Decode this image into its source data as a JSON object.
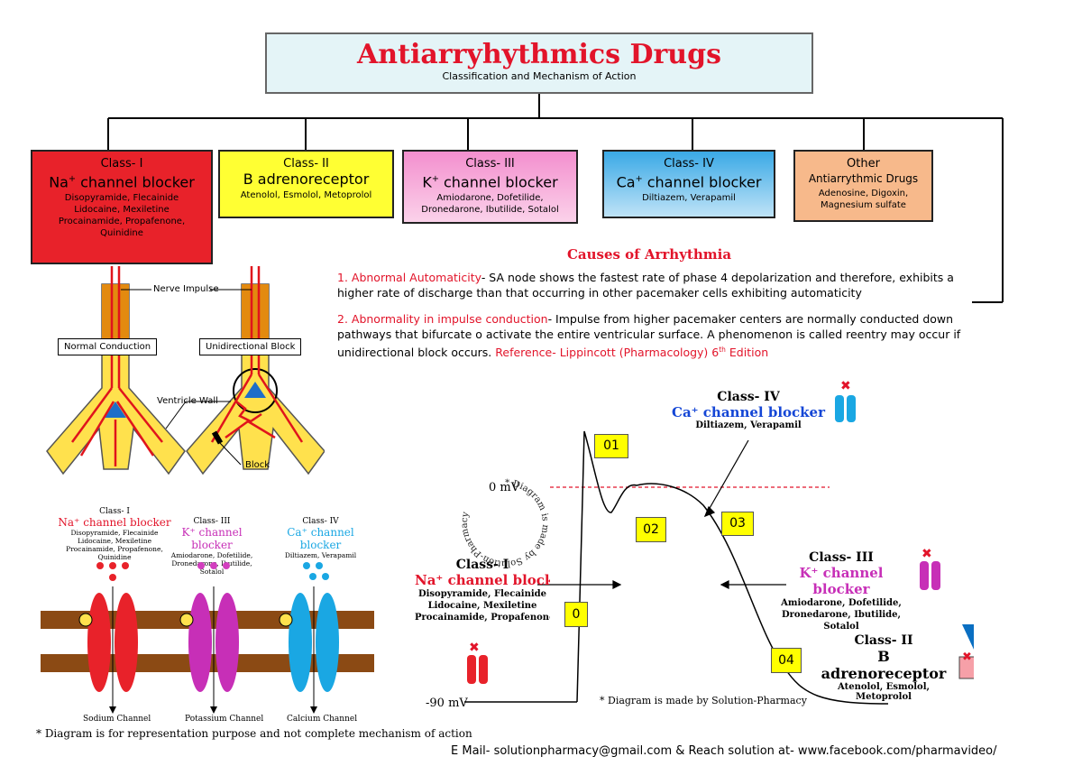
{
  "title": "Antiarryhythmics Drugs",
  "subtitle": "Classification and Mechanism of Action",
  "classes": [
    {
      "head": "Class- I",
      "name": "Na",
      "sup": "+",
      "name_rest": " channel blocker",
      "drugs": [
        "Disopyramide, Flecainide",
        "Lidocaine, Mexiletine",
        "Procainamide, Propafenone,",
        "Quinidine"
      ],
      "color": "#e8222a"
    },
    {
      "head": "Class- II",
      "name": "B adrenoreceptor",
      "drugs": [
        "Atenolol, Esmolol, Metoprolol"
      ],
      "color": "#ffff33"
    },
    {
      "head": "Class- III",
      "name": "K",
      "sup": "+",
      "name_rest": " channel blocker",
      "drugs": [
        "Amiodarone, Dofetilide,",
        "Dronedarone, Ibutilide, Sotalol"
      ],
      "color": "#f6a9d6"
    },
    {
      "head": "Class- IV",
      "name": "Ca",
      "sup": "+",
      "name_rest": " channel blocker",
      "drugs": [
        "Diltiazem, Verapamil"
      ],
      "color": "#5fb8e8"
    },
    {
      "head": "Other",
      "name": "Antiarrythmic Drugs",
      "drugs": [
        "Adenosine, Digoxin,",
        "Magnesium sulfate"
      ],
      "color": "#f7b98b"
    }
  ],
  "causes": {
    "title": "Causes of Arrhythmia",
    "p1_label": "1. Abnormal Automaticity",
    "p1_text": "- SA node shows the fastest rate of phase 4 depolarization and therefore, exhibits a higher rate of discharge than that occurring in other pacemaker cells exhibiting automaticity",
    "p2_label": "2. Abnormality in impulse conduction",
    "p2_text": "- Impulse from higher pacemaker centers are normally conducted down pathways that bifurcate o activate the entire ventricular surface. A phenomenon is called reentry may occur if unidirectional block occurs.  ",
    "p2_ref": "Reference- Lippincott (Pharmacology) 6",
    "p2_ref_sup": "th",
    "p2_ref_end": " Edition"
  },
  "conduction": {
    "nerve_impulse": "Nerve Impulse",
    "normal": "Normal Conduction",
    "unidirectional": "Unidirectional Block",
    "ventricle_wall": "Ventricle Wall",
    "block": "Block"
  },
  "channels": {
    "class1_head": "Class- I",
    "class1_name": "Na⁺ channel blocker",
    "class1_drugs": [
      "Disopyramide, Flecainide",
      "Lidocaine, Mexiletine",
      "Procainamide, Propafenone, Quinidine"
    ],
    "class3_head": "Class- III",
    "class3_name": "K⁺ channel blocker",
    "class3_drugs": [
      "Amiodarone, Dofetilide,",
      "Dronedarone, Ibutilide, Sotalol"
    ],
    "class4_head": "Class- IV",
    "class4_name": "Ca⁺ channel blocker",
    "class4_drugs": [
      "Diltiazem, Verapamil"
    ],
    "sodium": "Sodium Channel",
    "potassium": "Potassium Channel",
    "calcium": "Calcium Channel",
    "note": "* Diagram is for representation purpose and not complete mechanism of action"
  },
  "action_potential": {
    "watermark": "* Diagram is made by Solution-Pharmacy",
    "zero_mv": "0 mV",
    "minus90": "-90 mV",
    "phases": [
      "01",
      "02",
      "03",
      "0",
      "04"
    ],
    "made_by": "* Diagram is made by Solution-Pharmacy",
    "c4_head": "Class- IV",
    "c4_name": "Ca⁺ channel blocker",
    "c4_drugs": "Diltiazem, Verapamil",
    "c1_head": "Class- I",
    "c1_name": "Na⁺ channel blocker",
    "c1_drugs": [
      "Disopyramide, Flecainide",
      "Lidocaine, Mexiletine",
      "Procainamide, Propafenone, Quinidine"
    ],
    "c3_head": "Class- III",
    "c3_name": "K⁺ channel blocker",
    "c3_drugs": [
      "Amiodarone, Dofetilide,",
      "Dronedarone, Ibutilide, Sotalol"
    ],
    "c2_head": "Class- II",
    "c2_name": "B adrenoreceptor",
    "c2_drugs": "Atenolol, Esmolol, Metoprolol"
  },
  "footer": "E Mail- solutionpharmacy@gmail.com & Reach solution at- www.facebook.com/pharmavideo/"
}
